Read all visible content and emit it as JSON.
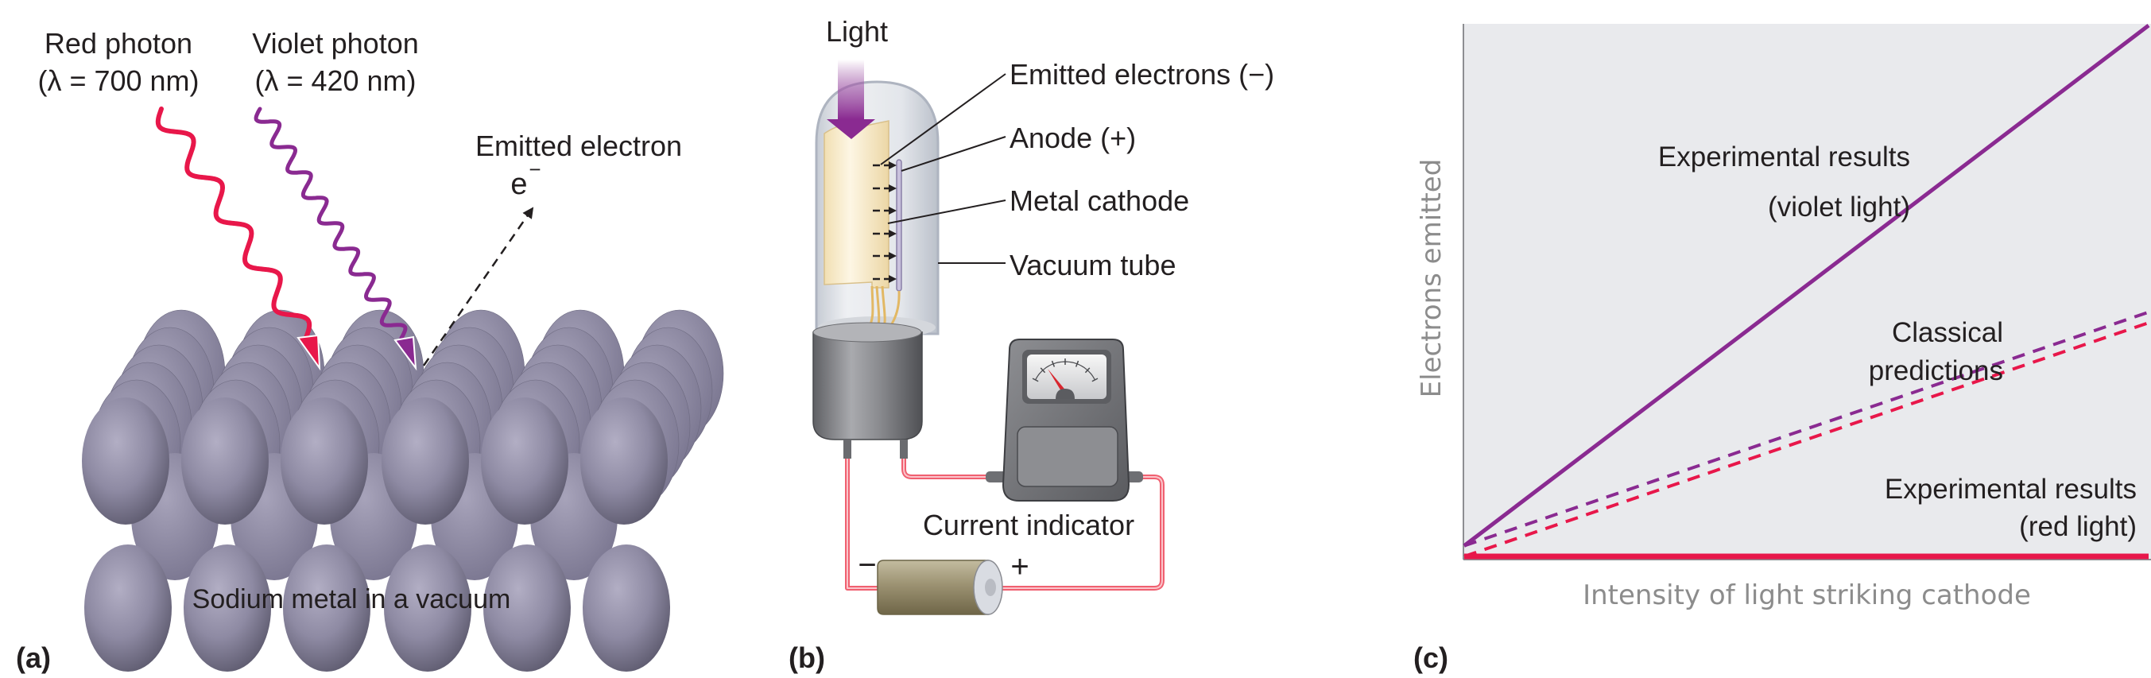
{
  "figure": {
    "panels": [
      {
        "id": "a",
        "label": "(a)",
        "red_photon": {
          "title": "Red photon",
          "wavelength": "(λ = 700 nm)"
        },
        "violet_photon": {
          "title": "Violet photon",
          "wavelength": "(λ = 420 nm)"
        },
        "emitted_electron": {
          "title": "Emitted electron",
          "symbol": "e",
          "charge": "−"
        },
        "caption": "Sodium metal in a vacuum"
      },
      {
        "id": "b",
        "label": "(b)",
        "light_label": "Light",
        "callouts": [
          "Emitted electrons (−)",
          "Anode (+)",
          "Metal cathode",
          "Vacuum tube"
        ],
        "meter_label": "Current indicator",
        "battery_negative": "−",
        "battery_positive": "+"
      },
      {
        "id": "c",
        "label": "(c)"
      }
    ],
    "colors": {
      "red": "#e8174a",
      "violet": "#8a2a91",
      "sodium": "#8e8aa3",
      "chart_bg": "#e9eaed",
      "axis_text": "#8c8c8c",
      "wire": "#f06070",
      "text": "#231f20"
    }
  },
  "chart_data": {
    "type": "line",
    "title": "",
    "xlabel": "Intensity of light striking cathode",
    "ylabel": "Electrons emitted",
    "xlim": [
      0,
      1
    ],
    "ylim": [
      0,
      1
    ],
    "grid": false,
    "ticks": "none",
    "series": [
      {
        "name": "Experimental results (violet light)",
        "label_lines": [
          "Experimental results",
          "(violet light)"
        ],
        "style": "solid",
        "color": "#8a2a91",
        "x": [
          0,
          1
        ],
        "y": [
          0.02,
          1.0
        ]
      },
      {
        "name": "Classical prediction (violet)",
        "style": "dashed",
        "color": "#8a2a91",
        "x": [
          0,
          1
        ],
        "y": [
          0.02,
          0.46
        ]
      },
      {
        "name": "Classical prediction (red)",
        "style": "dashed",
        "color": "#e8174a",
        "x": [
          0,
          1
        ],
        "y": [
          0.0,
          0.44
        ]
      },
      {
        "name": "Experimental results (red light)",
        "label_lines": [
          "Experimental results",
          "(red light)"
        ],
        "style": "solid",
        "color": "#e8174a",
        "x": [
          0,
          1
        ],
        "y": [
          0.0,
          0.0
        ]
      }
    ],
    "annotations": [
      {
        "text_lines": [
          "Classical",
          "predictions"
        ],
        "refers_to": "dashed series"
      }
    ]
  }
}
